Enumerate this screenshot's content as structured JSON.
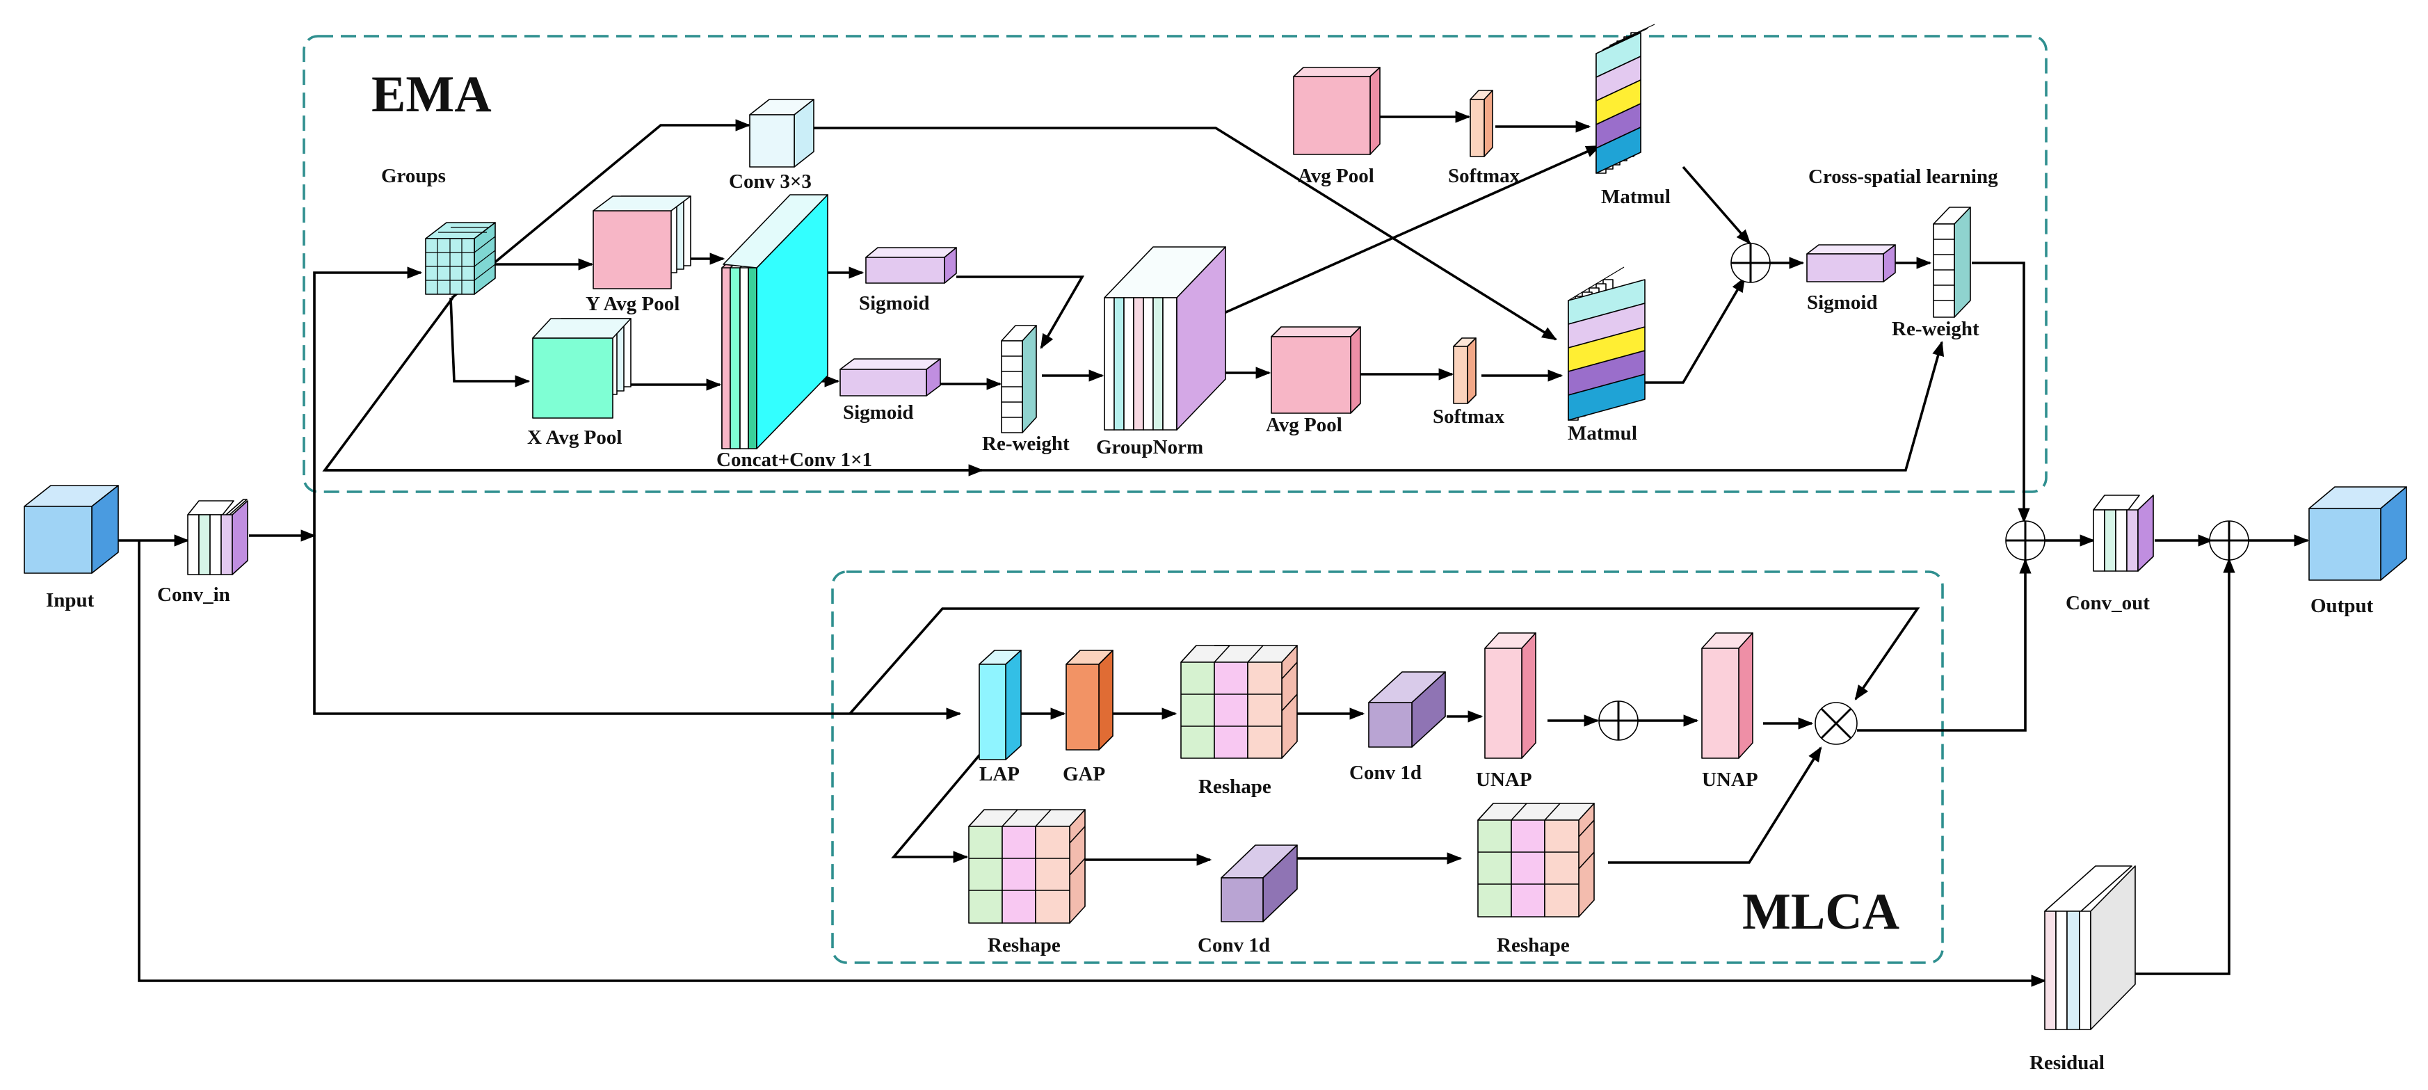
{
  "ema": {
    "title": "EMA",
    "groups": "Groups",
    "conv3": "Conv 3×3",
    "y_avg_pool": "Y Avg Pool",
    "x_avg_pool": "X Avg Pool",
    "concat_conv": "Concat+Conv 1×1",
    "sigmoid_top": "Sigmoid",
    "sigmoid_bottom": "Sigmoid",
    "reweight_left": "Re-weight",
    "groupnorm": "GroupNorm",
    "avg_pool_top": "Avg Pool",
    "softmax_top": "Softmax",
    "matmul_top": "Matmul",
    "avg_pool_bottom": "Avg Pool",
    "softmax_bottom": "Softmax",
    "matmul_bottom": "Matmul",
    "cross_spatial": "Cross-spatial learning",
    "sigmoid_right": "Sigmoid",
    "reweight_right": "Re-weight"
  },
  "mlca": {
    "title": "MLCA",
    "lap": "LAP",
    "gap": "GAP",
    "reshape_top": "Reshape",
    "conv1d_top": "Conv 1d",
    "unap_left": "UNAP",
    "unap_right": "UNAP",
    "reshape_bottom_left": "Reshape",
    "conv1d_bottom": "Conv 1d",
    "reshape_bottom_right": "Reshape"
  },
  "main": {
    "input": "Input",
    "conv_in": "Conv_in",
    "conv_out": "Conv_out",
    "output": "Output",
    "residual": "Residual"
  },
  "colors": {
    "container_border": "#2f8f8f",
    "input_cube": "#9fd3f5",
    "pink": "#f7b6c6",
    "aqua": "#33ffff",
    "mint": "#7fffd4",
    "lilac": "#e3c9f0",
    "peach": "#fbd3bd",
    "orange": "#f29365",
    "purple_conv": "#b9a4d3",
    "residual_gray": "#e6e6e6"
  }
}
